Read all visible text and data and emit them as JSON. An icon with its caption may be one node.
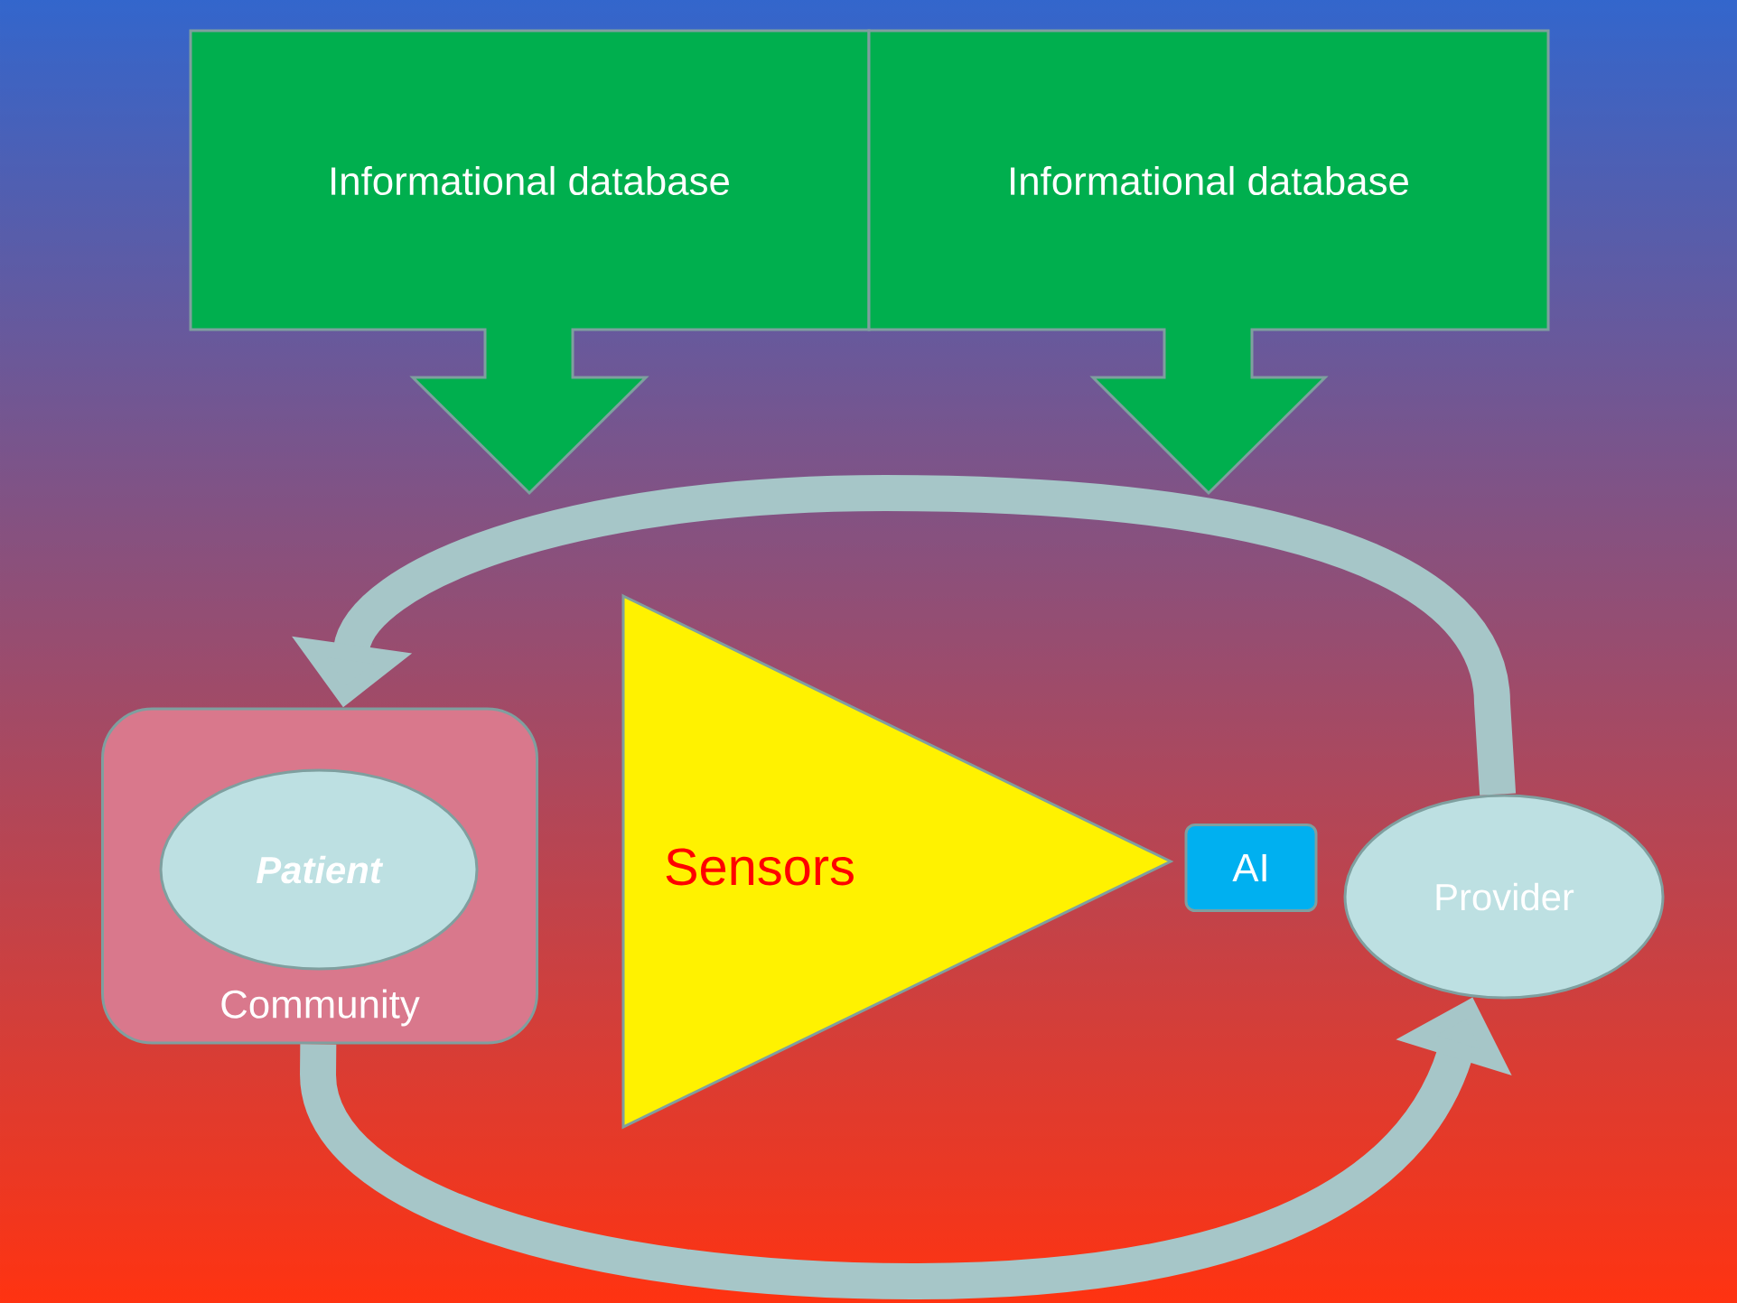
{
  "diagram": {
    "nodes": [
      {
        "text": [
          "Informational database"
        ]
      },
      {
        "text": [
          "Informational database"
        ]
      },
      {
        "text": [
          "Community"
        ]
      },
      {
        "text": [
          "Patient"
        ],
        "in": 2
      },
      {
        "text": [
          "Sensors"
        ]
      },
      {
        "text": [
          "AI"
        ]
      },
      {
        "text": [
          "Provider"
        ]
      }
    ],
    "edges": [
      {
        "from": 6,
        "to": 2,
        "arrow": "to"
      },
      {
        "from": 2,
        "to": 6,
        "arrow": "to"
      }
    ]
  }
}
